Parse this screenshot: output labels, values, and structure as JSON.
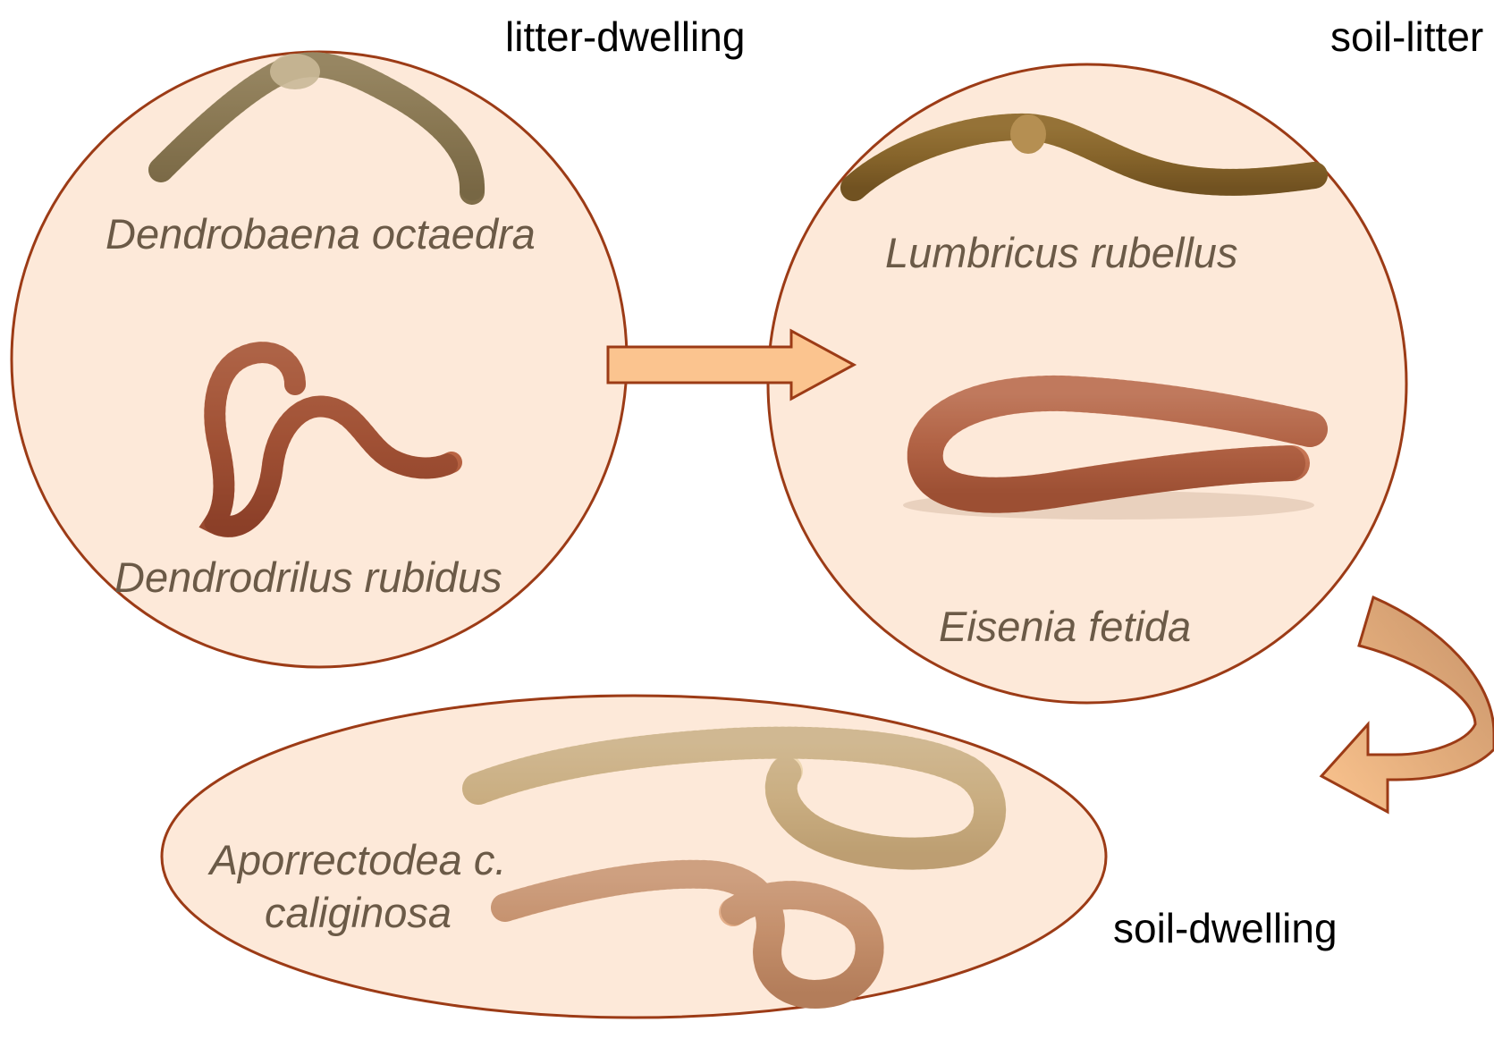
{
  "habitats": {
    "litter": "litter-dwelling",
    "soil_litter": "soil-litter",
    "soil": "soil-dwelling"
  },
  "species": {
    "dendrobaena": "Dendrobaena octaedra",
    "dendrodrilus": "Dendrodrilus rubidus",
    "lumbricus": "Lumbricus rubellus",
    "eisenia": "Eisenia fetida",
    "aporrectodea_line1": "Aporrectodea c.",
    "aporrectodea_line2": "caliginosa"
  },
  "colors": {
    "group_fill": "#fde9d9",
    "group_stroke": "#9c3b16",
    "arrow_fill": "#fbc48f",
    "arrow_stroke": "#9c3b16",
    "curved_arrow_dark": "#c8956a",
    "species_text": "#6b5a47",
    "habitat_text": "#000000"
  },
  "icons": {
    "group_shape": "circle-outline",
    "transition_arrow": "right-arrow-icon",
    "curved_arrow": "curved-down-left-arrow-icon",
    "worm": "earthworm-illustration"
  }
}
